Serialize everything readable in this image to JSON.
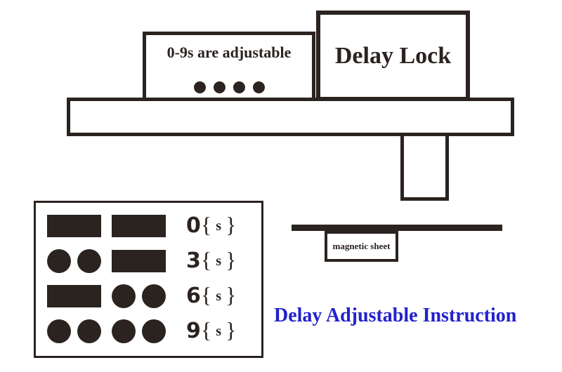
{
  "device": {
    "adjustable_label": "0-9s are adjustable",
    "adjustable_dots": 4,
    "delay_lock_label": "Delay Lock"
  },
  "magnetic_sheet": {
    "label": "magnetic sheet"
  },
  "legend": {
    "brace_open": "{",
    "unit": "s",
    "brace_close": "}",
    "rows": [
      {
        "digit": "0",
        "slots": [
          "rect",
          "rect"
        ]
      },
      {
        "digit": "3",
        "slots": [
          "dots",
          "rect"
        ]
      },
      {
        "digit": "6",
        "slots": [
          "rect",
          "dots"
        ]
      },
      {
        "digit": "9",
        "slots": [
          "dots",
          "dots"
        ]
      }
    ]
  },
  "title": {
    "text": "Delay Adjustable Instruction"
  },
  "colors": {
    "ink": "#2b2320",
    "accent_blue": "#2222cc"
  }
}
